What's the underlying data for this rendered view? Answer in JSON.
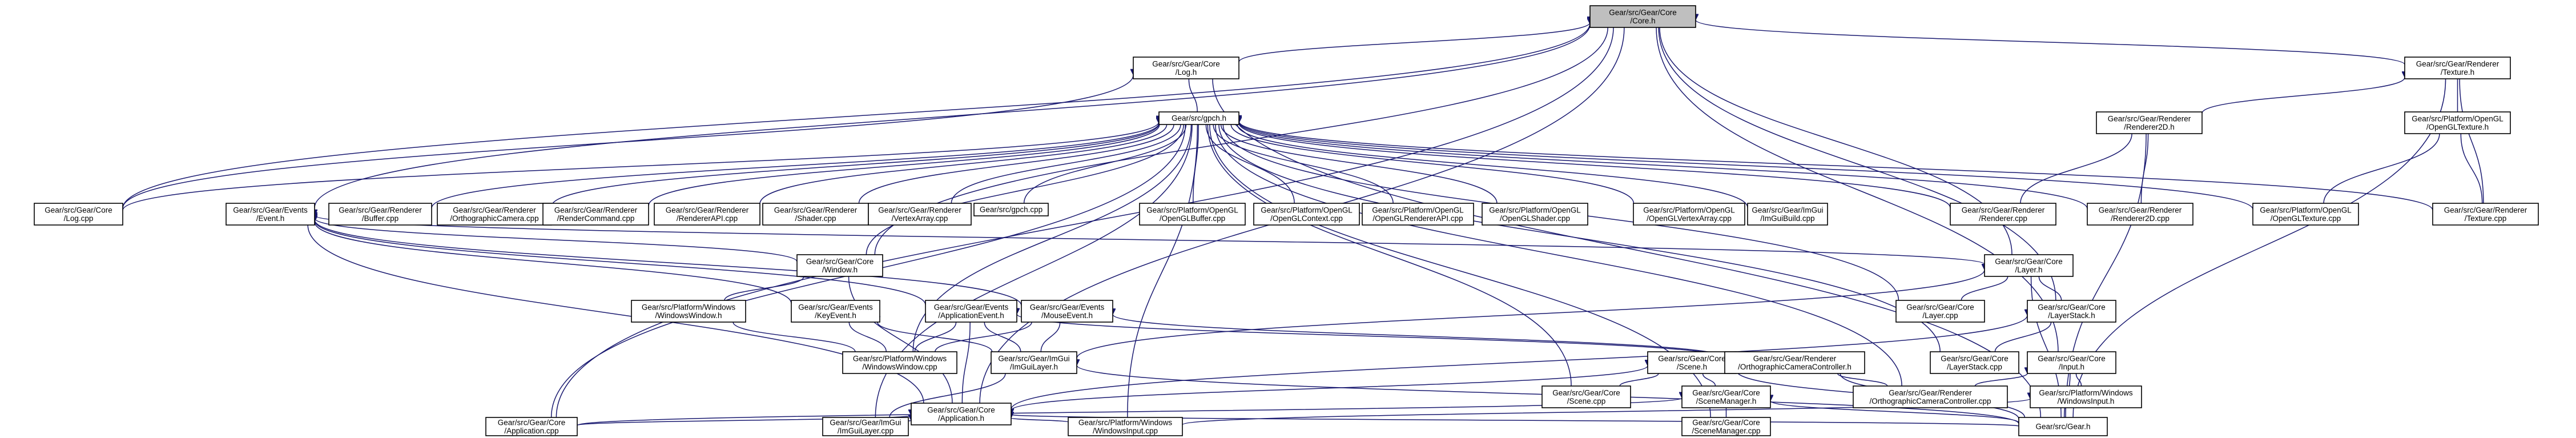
{
  "graph": {
    "title": "",
    "colors": {
      "edge": "#191970",
      "root_fill": "#bfbfbf",
      "node_fill": "#ffffff",
      "border": "#000000"
    },
    "nodes": [
      {
        "id": "core",
        "lines": [
          "Gear/src/Gear/Core",
          "/Core.h"
        ],
        "root": true
      },
      {
        "id": "log_h",
        "lines": [
          "Gear/src/Gear/Core",
          "/Log.h"
        ]
      },
      {
        "id": "texture_h",
        "lines": [
          "Gear/src/Gear/Renderer",
          "/Texture.h"
        ]
      },
      {
        "id": "gpch",
        "lines": [
          "Gear/src/gpch.h"
        ]
      },
      {
        "id": "renderer2d_h",
        "lines": [
          "Gear/src/Gear/Renderer",
          "/Renderer2D.h"
        ]
      },
      {
        "id": "opengltexture_h",
        "lines": [
          "Gear/src/Platform/OpenGL",
          "/OpenGLTexture.h"
        ]
      },
      {
        "id": "log_cpp",
        "lines": [
          "Gear/src/Gear/Core",
          "/Log.cpp"
        ]
      },
      {
        "id": "event_h",
        "lines": [
          "Gear/src/Gear/Events",
          "/Event.h"
        ]
      },
      {
        "id": "buffer_cpp",
        "lines": [
          "Gear/src/Gear/Renderer",
          "/Buffer.cpp"
        ]
      },
      {
        "id": "orthocam_cpp",
        "lines": [
          "Gear/src/Gear/Renderer",
          "/OrthographicCamera.cpp"
        ]
      },
      {
        "id": "rendercmd_cpp",
        "lines": [
          "Gear/src/Gear/Renderer",
          "/RenderCommand.cpp"
        ]
      },
      {
        "id": "rendererapi_cpp",
        "lines": [
          "Gear/src/Gear/Renderer",
          "/RendererAPI.cpp"
        ]
      },
      {
        "id": "shader_cpp",
        "lines": [
          "Gear/src/Gear/Renderer",
          "/Shader.cpp"
        ]
      },
      {
        "id": "vertexarray_cpp",
        "lines": [
          "Gear/src/Gear/Renderer",
          "/VertexArray.cpp"
        ]
      },
      {
        "id": "gpch_cpp",
        "lines": [
          "Gear/src/gpch.cpp"
        ]
      },
      {
        "id": "oglbuffer_cpp",
        "lines": [
          "Gear/src/Platform/OpenGL",
          "/OpenGLBuffer.cpp"
        ]
      },
      {
        "id": "oglcontext_cpp",
        "lines": [
          "Gear/src/Platform/OpenGL",
          "/OpenGLContext.cpp"
        ]
      },
      {
        "id": "oglrendererapi_cpp",
        "lines": [
          "Gear/src/Platform/OpenGL",
          "/OpenGLRendererAPI.cpp"
        ]
      },
      {
        "id": "oglshader_cpp",
        "lines": [
          "Gear/src/Platform/OpenGL",
          "/OpenGLShader.cpp"
        ]
      },
      {
        "id": "oglvertexarray_cpp",
        "lines": [
          "Gear/src/Platform/OpenGL",
          "/OpenGLVertexArray.cpp"
        ]
      },
      {
        "id": "imguibuild_cpp",
        "lines": [
          "Gear/src/Gear/ImGui",
          "/ImGuiBuild.cpp"
        ]
      },
      {
        "id": "renderer_cpp",
        "lines": [
          "Gear/src/Gear/Renderer",
          "/Renderer.cpp"
        ]
      },
      {
        "id": "renderer2d_cpp",
        "lines": [
          "Gear/src/Gear/Renderer",
          "/Renderer2D.cpp"
        ]
      },
      {
        "id": "opengltexture_cpp",
        "lines": [
          "Gear/src/Platform/OpenGL",
          "/OpenGLTexture.cpp"
        ]
      },
      {
        "id": "texture_cpp",
        "lines": [
          "Gear/src/Gear/Renderer",
          "/Texture.cpp"
        ]
      },
      {
        "id": "window_h",
        "lines": [
          "Gear/src/Gear/Core",
          "/Window.h"
        ]
      },
      {
        "id": "layer_h",
        "lines": [
          "Gear/src/Gear/Core",
          "/Layer.h"
        ]
      },
      {
        "id": "winwindow_h",
        "lines": [
          "Gear/src/Platform/Windows",
          "/WindowsWindow.h"
        ]
      },
      {
        "id": "keyevent_h",
        "lines": [
          "Gear/src/Gear/Events",
          "/KeyEvent.h"
        ]
      },
      {
        "id": "appevent_h",
        "lines": [
          "Gear/src/Gear/Events",
          "/ApplicationEvent.h"
        ]
      },
      {
        "id": "mouseevent_h",
        "lines": [
          "Gear/src/Gear/Events",
          "/MouseEvent.h"
        ]
      },
      {
        "id": "layer_cpp",
        "lines": [
          "Gear/src/Gear/Core",
          "/Layer.cpp"
        ]
      },
      {
        "id": "layerstack_h",
        "lines": [
          "Gear/src/Gear/Core",
          "/LayerStack.h"
        ]
      },
      {
        "id": "winwindow_cpp",
        "lines": [
          "Gear/src/Platform/Windows",
          "/WindowsWindow.cpp"
        ]
      },
      {
        "id": "imguilayer_h",
        "lines": [
          "Gear/src/Gear/ImGui",
          "/ImGuiLayer.h"
        ]
      },
      {
        "id": "scene_h",
        "lines": [
          "Gear/src/Gear/Core",
          "/Scene.h"
        ]
      },
      {
        "id": "orthocamctrl_h",
        "lines": [
          "Gear/src/Gear/Renderer",
          "/OrthographicCameraController.h"
        ]
      },
      {
        "id": "layerstack_cpp",
        "lines": [
          "Gear/src/Gear/Core",
          "/LayerStack.cpp"
        ]
      },
      {
        "id": "input_h",
        "lines": [
          "Gear/src/Gear/Core",
          "/Input.h"
        ]
      },
      {
        "id": "scene_cpp",
        "lines": [
          "Gear/src/Gear/Core",
          "/Scene.cpp"
        ]
      },
      {
        "id": "scenemgr_h",
        "lines": [
          "Gear/src/Gear/Core",
          "/SceneManager.h"
        ]
      },
      {
        "id": "orthocamctrl_cpp",
        "lines": [
          "Gear/src/Gear/Renderer",
          "/OrthographicCameraController.cpp"
        ]
      },
      {
        "id": "wininput_h",
        "lines": [
          "Gear/src/Platform/Windows",
          "/WindowsInput.h"
        ]
      },
      {
        "id": "application_h",
        "lines": [
          "Gear/src/Gear/Core",
          "/Application.h"
        ]
      },
      {
        "id": "application_cpp",
        "lines": [
          "Gear/src/Gear/Core",
          "/Application.cpp"
        ]
      },
      {
        "id": "imguilayer_cpp",
        "lines": [
          "Gear/src/Gear/ImGui",
          "/ImGuiLayer.cpp"
        ]
      },
      {
        "id": "wininput_cpp",
        "lines": [
          "Gear/src/Platform/Windows",
          "/WindowsInput.cpp"
        ]
      },
      {
        "id": "scenemgr_cpp",
        "lines": [
          "Gear/src/Gear/Core",
          "/SceneManager.cpp"
        ]
      },
      {
        "id": "gear_h",
        "lines": [
          "Gear/src/Gear.h"
        ]
      }
    ],
    "edges": [
      [
        "core",
        "log_h"
      ],
      [
        "core",
        "texture_h"
      ],
      [
        "core",
        "log_cpp"
      ],
      [
        "core",
        "event_h"
      ],
      [
        "core",
        "window_h"
      ],
      [
        "core",
        "layer_h"
      ],
      [
        "core",
        "layerstack_h"
      ],
      [
        "core",
        "input_h"
      ],
      [
        "core",
        "application_h"
      ],
      [
        "core",
        "application_cpp"
      ],
      [
        "log_h",
        "gpch"
      ],
      [
        "log_h",
        "log_cpp"
      ],
      [
        "log_h",
        "gear_h"
      ],
      [
        "texture_h",
        "renderer2d_h"
      ],
      [
        "texture_h",
        "opengltexture_h"
      ],
      [
        "texture_h",
        "texture_cpp"
      ],
      [
        "texture_h",
        "gear_h"
      ],
      [
        "renderer2d_h",
        "renderer_cpp"
      ],
      [
        "renderer2d_h",
        "renderer2d_cpp"
      ],
      [
        "renderer2d_h",
        "gear_h"
      ],
      [
        "opengltexture_h",
        "opengltexture_cpp"
      ],
      [
        "opengltexture_h",
        "texture_cpp"
      ],
      [
        "gpch",
        "log_cpp"
      ],
      [
        "gpch",
        "buffer_cpp"
      ],
      [
        "gpch",
        "orthocam_cpp"
      ],
      [
        "gpch",
        "rendercmd_cpp"
      ],
      [
        "gpch",
        "rendererapi_cpp"
      ],
      [
        "gpch",
        "shader_cpp"
      ],
      [
        "gpch",
        "vertexarray_cpp"
      ],
      [
        "gpch",
        "gpch_cpp"
      ],
      [
        "gpch",
        "oglbuffer_cpp"
      ],
      [
        "gpch",
        "oglcontext_cpp"
      ],
      [
        "gpch",
        "oglrendererapi_cpp"
      ],
      [
        "gpch",
        "oglshader_cpp"
      ],
      [
        "gpch",
        "oglvertexarray_cpp"
      ],
      [
        "gpch",
        "imguibuild_cpp"
      ],
      [
        "gpch",
        "renderer_cpp"
      ],
      [
        "gpch",
        "renderer2d_cpp"
      ],
      [
        "gpch",
        "opengltexture_cpp"
      ],
      [
        "gpch",
        "texture_cpp"
      ],
      [
        "gpch",
        "window_h"
      ],
      [
        "gpch",
        "layer_cpp"
      ],
      [
        "gpch",
        "layerstack_cpp"
      ],
      [
        "gpch",
        "winwindow_cpp"
      ],
      [
        "gpch",
        "scene_cpp"
      ],
      [
        "gpch",
        "scenemgr_cpp"
      ],
      [
        "gpch",
        "orthocamctrl_cpp"
      ],
      [
        "gpch",
        "application_cpp"
      ],
      [
        "gpch",
        "imguilayer_cpp"
      ],
      [
        "gpch",
        "wininput_cpp"
      ],
      [
        "event_h",
        "window_h"
      ],
      [
        "event_h",
        "layer_h"
      ],
      [
        "event_h",
        "keyevent_h"
      ],
      [
        "event_h",
        "appevent_h"
      ],
      [
        "event_h",
        "mouseevent_h"
      ],
      [
        "event_h",
        "application_h"
      ],
      [
        "window_h",
        "winwindow_h"
      ],
      [
        "window_h",
        "application_h"
      ],
      [
        "layer_h",
        "layer_cpp"
      ],
      [
        "layer_h",
        "layerstack_h"
      ],
      [
        "layer_h",
        "imguilayer_h"
      ],
      [
        "layer_h",
        "gear_h"
      ],
      [
        "winwindow_h",
        "winwindow_cpp"
      ],
      [
        "keyevent_h",
        "winwindow_cpp"
      ],
      [
        "keyevent_h",
        "imguilayer_h"
      ],
      [
        "appevent_h",
        "winwindow_cpp"
      ],
      [
        "appevent_h",
        "imguilayer_h"
      ],
      [
        "appevent_h",
        "application_h"
      ],
      [
        "appevent_h",
        "orthocamctrl_h"
      ],
      [
        "mouseevent_h",
        "winwindow_cpp"
      ],
      [
        "mouseevent_h",
        "imguilayer_h"
      ],
      [
        "mouseevent_h",
        "orthocamctrl_h"
      ],
      [
        "layerstack_h",
        "layerstack_cpp"
      ],
      [
        "layerstack_h",
        "application_h"
      ],
      [
        "imguilayer_h",
        "imguilayer_cpp"
      ],
      [
        "imguilayer_h",
        "gear_h"
      ],
      [
        "scene_h",
        "scene_cpp"
      ],
      [
        "scene_h",
        "scenemgr_h"
      ],
      [
        "scene_h",
        "application_h"
      ],
      [
        "scene_h",
        "gear_h"
      ],
      [
        "orthocamctrl_h",
        "orthocamctrl_cpp"
      ],
      [
        "orthocamctrl_h",
        "gear_h"
      ],
      [
        "input_h",
        "wininput_h"
      ],
      [
        "input_h",
        "orthocamctrl_cpp"
      ],
      [
        "input_h",
        "gear_h"
      ],
      [
        "wininput_h",
        "wininput_cpp"
      ],
      [
        "scenemgr_h",
        "scenemgr_cpp"
      ],
      [
        "scenemgr_h",
        "application_cpp"
      ],
      [
        "scenemgr_h",
        "gear_h"
      ],
      [
        "application_h",
        "application_cpp"
      ],
      [
        "application_h",
        "imguilayer_cpp"
      ],
      [
        "application_h",
        "wininput_cpp"
      ],
      [
        "application_h",
        "gear_h"
      ]
    ]
  }
}
